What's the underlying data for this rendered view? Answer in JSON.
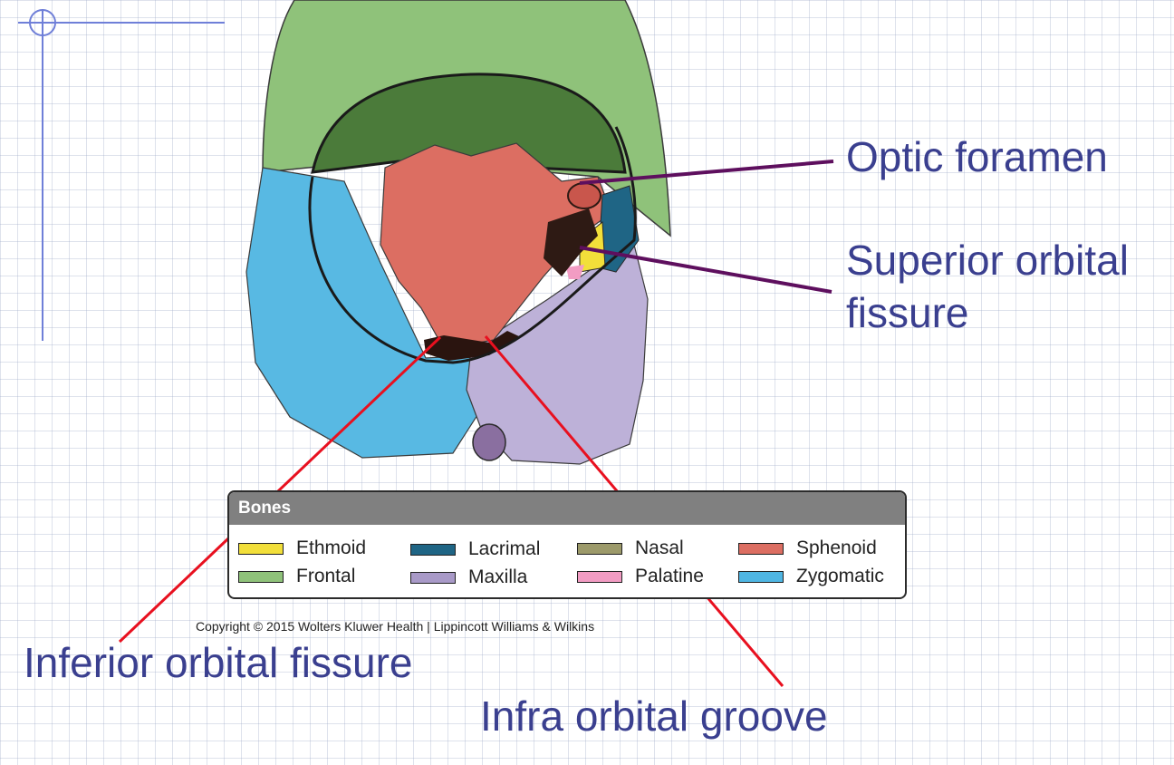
{
  "labels": {
    "optic_foramen": "Optic foramen",
    "superior_orbital_line1": "Superior orbital",
    "superior_orbital_line2": "fissure",
    "inferior_orbital_fissure": "Inferior orbital fissure",
    "infra_orbital_groove": "Infra orbital groove"
  },
  "legend": {
    "title": "Bones",
    "items": [
      {
        "name": "Ethmoid",
        "color": "#f2df3a"
      },
      {
        "name": "Frontal",
        "color": "#8fc27a"
      },
      {
        "name": "Lacrimal",
        "color": "#1f6585"
      },
      {
        "name": "Maxilla",
        "color": "#a99ac8"
      },
      {
        "name": "Nasal",
        "color": "#9c9a6a"
      },
      {
        "name": "Palatine",
        "color": "#f29cc3"
      },
      {
        "name": "Sphenoid",
        "color": "#dc6e62"
      },
      {
        "name": "Zygomatic",
        "color": "#4fb6e3"
      }
    ]
  },
  "copyright": "Copyright © 2015 Wolters Kluwer Health | Lippincott Williams & Wilkins",
  "colors": {
    "label_text": "#3a3f8f",
    "pointer_purple": "#5e0f5e",
    "pointer_red": "#e8101f"
  }
}
